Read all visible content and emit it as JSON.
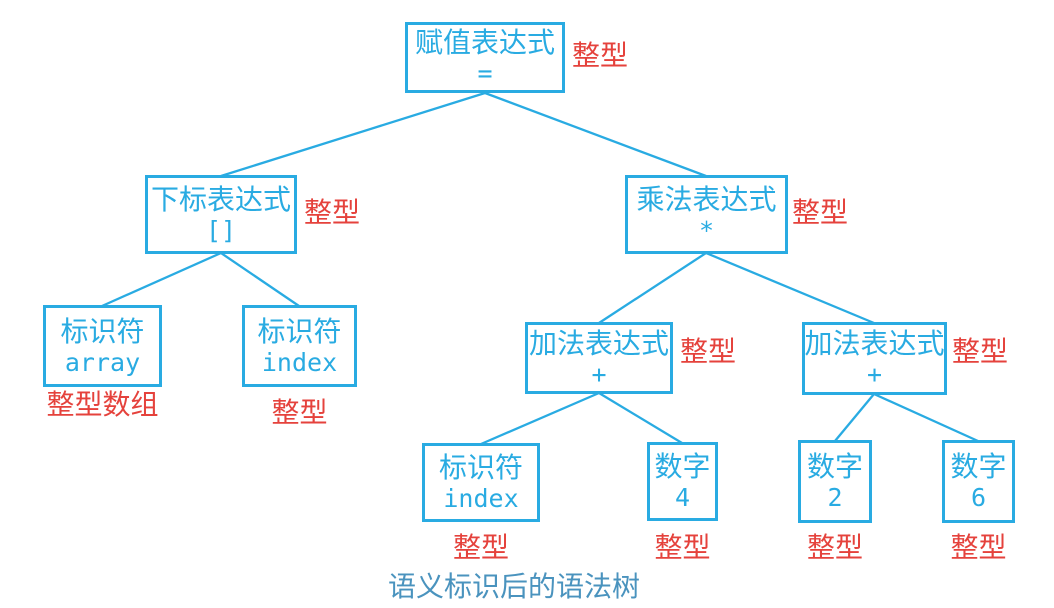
{
  "colors": {
    "node_blue": "#29ABE2",
    "annotation_red": "#E5423C",
    "caption_blue": "#4A93BE"
  },
  "caption": "语义标识后的语法树",
  "nodes": {
    "root": {
      "title": "赋值表达式",
      "symbol": "=",
      "type": "整型"
    },
    "subscript": {
      "title": "下标表达式",
      "symbol": "[]",
      "type": "整型"
    },
    "multiply": {
      "title": "乘法表达式",
      "symbol": "*",
      "type": "整型"
    },
    "id_array": {
      "title": "标识符",
      "symbol": "array",
      "type": "整型数组"
    },
    "id_index": {
      "title": "标识符",
      "symbol": "index",
      "type": "整型"
    },
    "add_left": {
      "title": "加法表达式",
      "symbol": "+",
      "type": "整型"
    },
    "add_right": {
      "title": "加法表达式",
      "symbol": "+",
      "type": "整型"
    },
    "id_index2": {
      "title": "标识符",
      "symbol": "index",
      "type": "整型"
    },
    "num_4": {
      "title": "数字",
      "symbol": "4",
      "type": "整型"
    },
    "num_2": {
      "title": "数字",
      "symbol": "2",
      "type": "整型"
    },
    "num_6": {
      "title": "数字",
      "symbol": "6",
      "type": "整型"
    }
  }
}
